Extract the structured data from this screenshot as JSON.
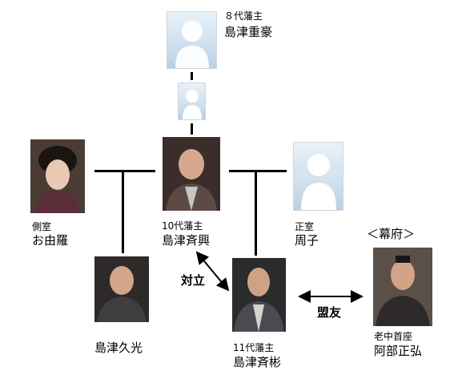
{
  "people": {
    "shigehide": {
      "title": "８代藩主",
      "name": "島津重豪"
    },
    "omon": {
      "title": "側室",
      "name": "お由羅"
    },
    "narioki": {
      "title": "10代藩主",
      "name": "島津斉興"
    },
    "kaneko": {
      "title": "正室",
      "name": "周子"
    },
    "hisamitsu": {
      "title": "",
      "name": "島津久光"
    },
    "nariakira": {
      "title": "11代藩主",
      "name": "島津斉彬"
    },
    "abe": {
      "title": "老中首座",
      "name": "阿部正弘"
    }
  },
  "groups": {
    "bakufu": "＜幕府＞"
  },
  "relations": {
    "conflict": "対立",
    "ally": "盟友"
  },
  "icons": {
    "placeholder": "default-user-avatar-icon",
    "photo": "portrait-photo"
  }
}
